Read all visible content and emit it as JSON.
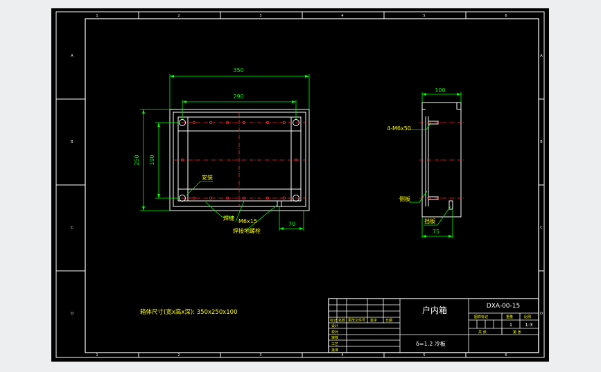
{
  "colors": {
    "background": "#000000",
    "frame": "#ffffff",
    "geometry": "#ffffff",
    "dimension": "#00ff00",
    "centerline": "#ff0000",
    "annotation": "#ffff00",
    "window_bg": "#eceef0"
  },
  "front_view": {
    "dim_overall_width": "350",
    "dim_hole_spacing": "290",
    "dim_overall_height": "250",
    "dim_hole_height": "190",
    "dim_offset": "70",
    "label_mounting_hole": "安装",
    "label_weld_seam": "焊缝",
    "label_stud": "M6x15",
    "label_ground_bolt": "焊接地螺栓"
  },
  "side_view": {
    "dim_depth": "100",
    "dim_bottom": "75",
    "label_bolts": "4-M6x50",
    "label_side_plate": "侧板",
    "label_baffle": "挡板"
  },
  "size_note": "箱体尺寸(宽x高x深): 350x250x100",
  "zone_numbers": {
    "top": [
      "1",
      "2",
      "3",
      "4",
      "5",
      "6"
    ],
    "bottom": [
      "1",
      "2",
      "3",
      "4",
      "5",
      "6"
    ],
    "left": [
      "A",
      "B",
      "C",
      "D"
    ],
    "right": [
      "A",
      "B",
      "C",
      "D"
    ]
  },
  "title_block": {
    "part_name": "户内箱",
    "drawing_number": "DXA-00-15",
    "material": "δ=1.2 冷板",
    "header_cells": [
      "标记",
      "处数",
      "更改文件号",
      "签字",
      "日期"
    ],
    "role_rows": [
      "设计",
      "校对",
      "审核",
      "工艺",
      "批准"
    ],
    "info_headers": [
      "图样标记",
      "重量",
      "比例"
    ],
    "quantity": "1",
    "scale": "1:3",
    "sheet_total": "共 张",
    "sheet_num": "第 张"
  }
}
